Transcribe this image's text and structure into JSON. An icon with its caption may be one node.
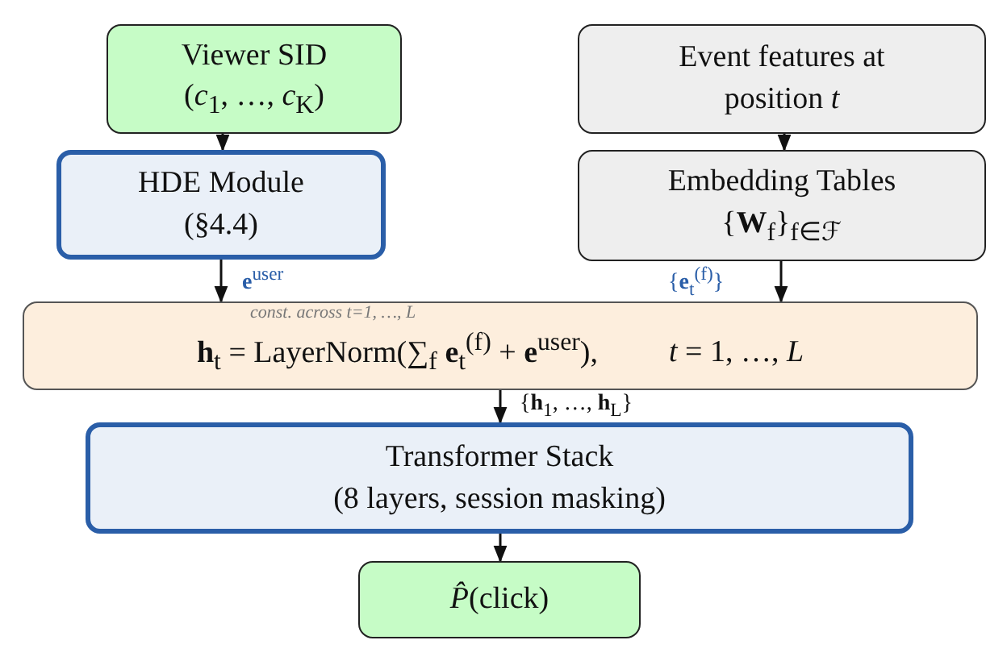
{
  "diagram": {
    "nodes": [
      {
        "text": [
          "Viewer SID",
          "(*c*$_{1}$, …, *c*$_{K}$)"
        ]
      },
      {
        "text": [
          "HDE Module",
          "(§4.4)"
        ]
      },
      {
        "text": [
          "Event features at position *t*"
        ]
      },
      {
        "text": [
          "Embedding Tables",
          "{**W**$_{f}$}$_{f∈ℱ}$"
        ]
      },
      {
        "text": [
          "const. across t=1, …, L",
          "**h**$_{t}$ = LayerNorm(∑$_{f}$ **e**$_{t}$$^{(f)}$ + **e**$^{user}$),",
          "*t* = 1, …, *L*"
        ]
      },
      {
        "text": [
          "Transformer Stack",
          "(8 layers, session masking)"
        ]
      },
      {
        "text": [
          "*P̂*(click)"
        ]
      }
    ],
    "edges": [
      {
        "from": 0,
        "to": 1,
        "arrow": "to"
      },
      {
        "from": 2,
        "to": 3,
        "arrow": "to"
      },
      {
        "from": 1,
        "to": 4,
        "arrow": "to",
        "label": "**e**$^{user}$"
      },
      {
        "from": 3,
        "to": 4,
        "arrow": "to",
        "label": "{**e**$_{t}$$^{(f)}$}"
      },
      {
        "from": 4,
        "to": 5,
        "arrow": "to",
        "label": "{**h**$_{1}$, …, **h**$_{L}$}"
      },
      {
        "from": 5,
        "to": 6,
        "arrow": "to"
      }
    ]
  }
}
